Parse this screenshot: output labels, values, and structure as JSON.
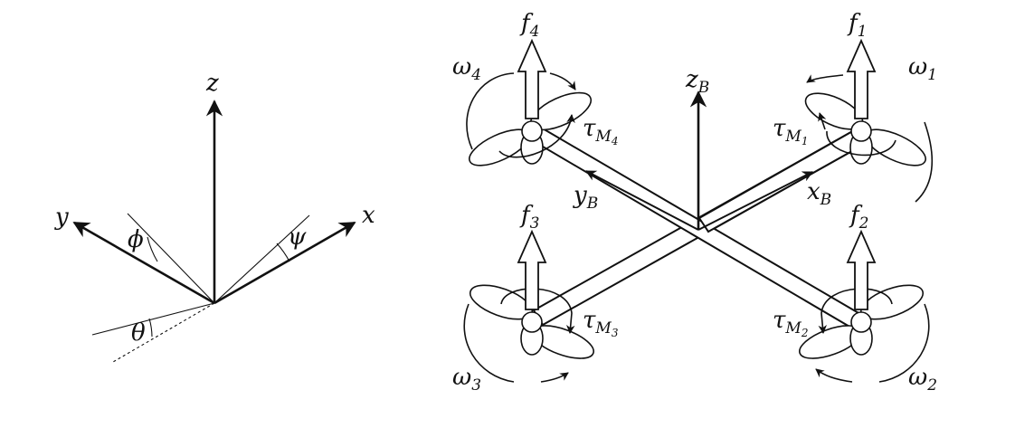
{
  "frames": {
    "inertial": {
      "axes": {
        "z": "z",
        "y": "y",
        "x": "x"
      },
      "angles": {
        "phi": "ϕ",
        "psi": "ψ",
        "theta": "θ"
      }
    },
    "body": {
      "axes": {
        "z": {
          "base": "z",
          "sub": "B"
        },
        "x": {
          "base": "x",
          "sub": "B"
        },
        "y": {
          "base": "y",
          "sub": "B"
        }
      }
    }
  },
  "rotors": [
    {
      "id": 1,
      "force": {
        "base": "f",
        "sub": "1"
      },
      "omega": {
        "base": "ω",
        "sub": "1"
      },
      "torque": {
        "base": "τ",
        "sub": "M",
        "subsub": "1"
      }
    },
    {
      "id": 2,
      "force": {
        "base": "f",
        "sub": "2"
      },
      "omega": {
        "base": "ω",
        "sub": "2"
      },
      "torque": {
        "base": "τ",
        "sub": "M",
        "subsub": "2"
      }
    },
    {
      "id": 3,
      "force": {
        "base": "f",
        "sub": "3"
      },
      "omega": {
        "base": "ω",
        "sub": "3"
      },
      "torque": {
        "base": "τ",
        "sub": "M",
        "subsub": "3"
      }
    },
    {
      "id": 4,
      "force": {
        "base": "f",
        "sub": "4"
      },
      "omega": {
        "base": "ω",
        "sub": "4"
      },
      "torque": {
        "base": "τ",
        "sub": "M",
        "subsub": "4"
      }
    }
  ],
  "colors": {
    "ink": "#111111",
    "paper": "#ffffff"
  }
}
